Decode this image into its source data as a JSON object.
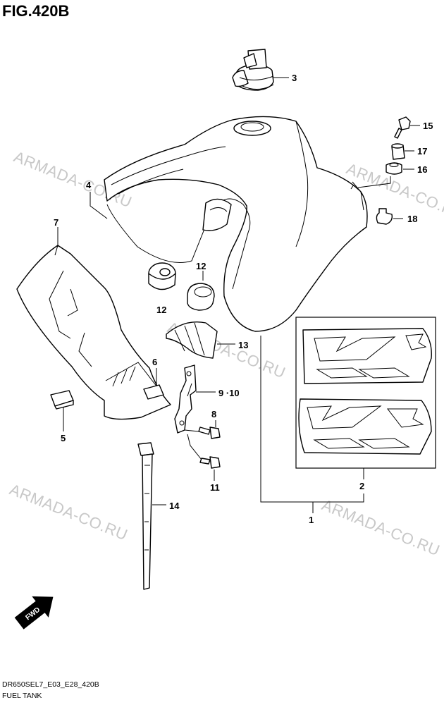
{
  "figure": {
    "title": "FIG.420B",
    "model_code": "DR650SEL7_E03_E28_420B",
    "caption": "FUEL TANK"
  },
  "watermark": "ARMADA-CO.RU",
  "fwd_label": "FWD",
  "callouts": {
    "c1": "1",
    "c2": "2",
    "c3": "3",
    "c4": "4",
    "c5": "5",
    "c6": "6",
    "c7": "7",
    "c8": "8",
    "c9_10": "9 ·10",
    "c11": "11",
    "c12a": "12",
    "c12b": "12",
    "c13": "13",
    "c14": "14",
    "c15": "15",
    "c16": "16",
    "c17": "17",
    "c18": "18"
  }
}
